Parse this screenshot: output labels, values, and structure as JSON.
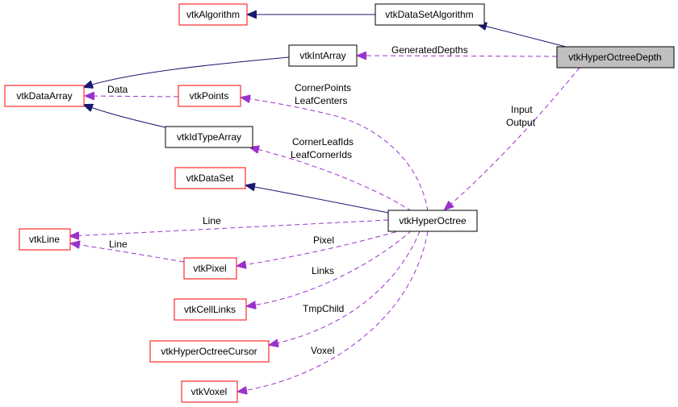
{
  "colors": {
    "documented_border": "#000000",
    "undocumented_border": "#ff0000",
    "focus_fill": "#bfbfbf",
    "inheritance_edge": "#191970",
    "usage_edge": "#9a32cd"
  },
  "nodes": {
    "vtkAlgorithm": "vtkAlgorithm",
    "vtkDataSetAlgorithm": "vtkDataSetAlgorithm",
    "vtkHyperOctreeDepth": "vtkHyperOctreeDepth",
    "vtkIntArray": "vtkIntArray",
    "vtkDataArray": "vtkDataArray",
    "vtkPoints": "vtkPoints",
    "vtkIdTypeArray": "vtkIdTypeArray",
    "vtkDataSet": "vtkDataSet",
    "vtkHyperOctree": "vtkHyperOctree",
    "vtkLine": "vtkLine",
    "vtkPixel": "vtkPixel",
    "vtkCellLinks": "vtkCellLinks",
    "vtkHyperOctreeCursor": "vtkHyperOctreeCursor",
    "vtkVoxel": "vtkVoxel"
  },
  "edge_labels": {
    "generated_depths": "GeneratedDepths",
    "data": "Data",
    "corner_points": "CornerPoints",
    "leaf_centers": "LeafCenters",
    "input": "Input",
    "output": "Output",
    "corner_leaf_ids": "CornerLeafIds",
    "leaf_corner_ids": "LeafCornerIds",
    "line_octree": "Line",
    "line_pixel": "Line",
    "pixel": "Pixel",
    "links": "Links",
    "tmp_child": "TmpChild",
    "voxel": "Voxel"
  }
}
